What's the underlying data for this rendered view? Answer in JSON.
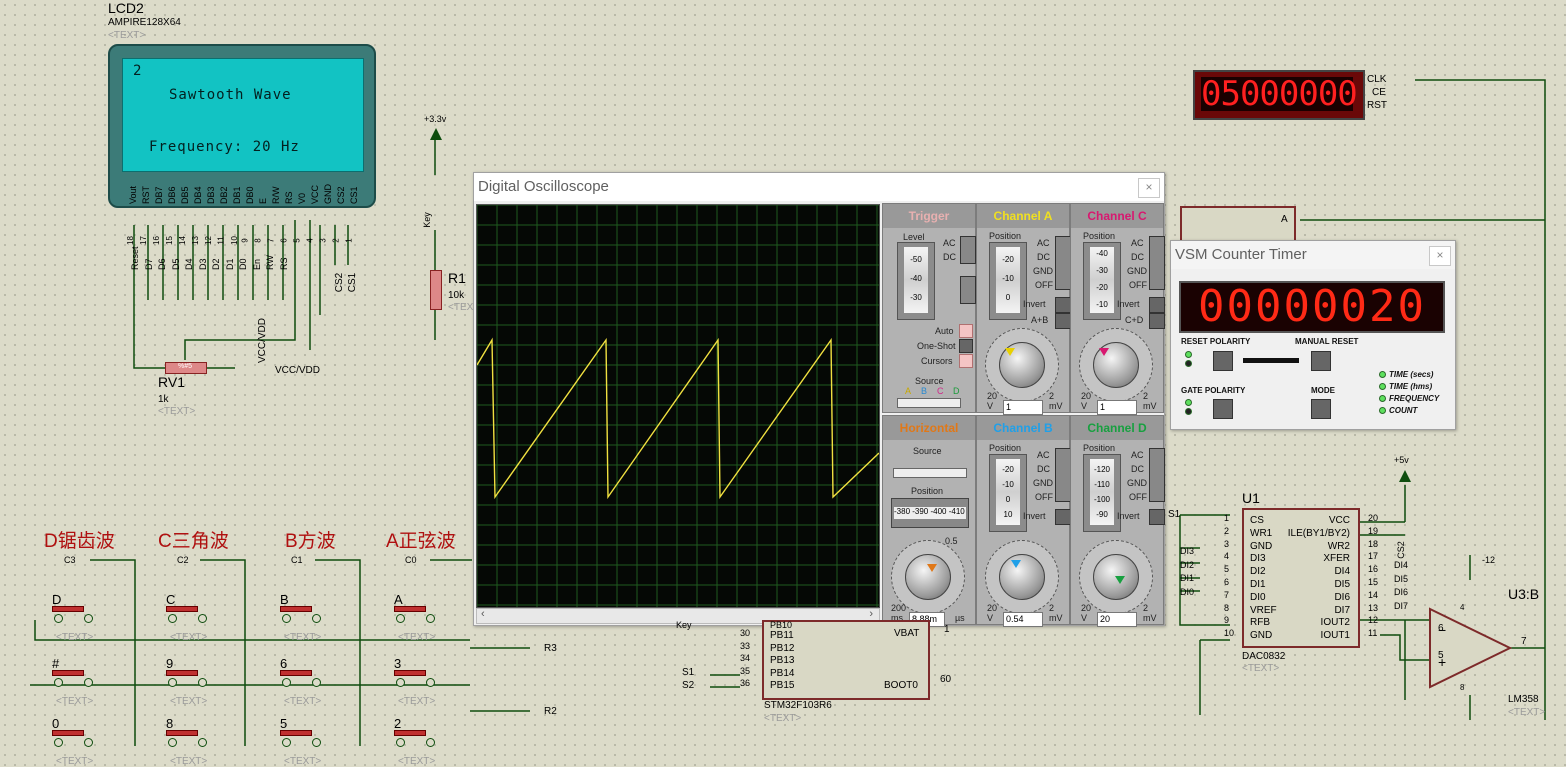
{
  "lcd": {
    "name": "LCD2",
    "model": "AMPIRE128X64",
    "text_tag": "<TEXT>",
    "line1": "2",
    "line2": "Sawtooth Wave",
    "line3": "Frequency: 20 Hz",
    "pins": [
      "Vout",
      "RST",
      "DB7",
      "DB6",
      "DB5",
      "DB4",
      "DB3",
      "DB2",
      "DB1",
      "DB0",
      "E",
      "R/W",
      "RS",
      "V0",
      "VCC",
      "GND",
      "CS2",
      "CS1"
    ],
    "pin_nums": [
      "18",
      "17",
      "16",
      "15",
      "14",
      "13",
      "12",
      "11",
      "10",
      "9",
      "8",
      "7",
      "6",
      "5",
      "4",
      "3",
      "2",
      "1"
    ],
    "net_labels": [
      "Reset",
      "D7",
      "D6",
      "D5",
      "D4",
      "D3",
      "D2",
      "D1",
      "D0",
      "En",
      "RW",
      "RS"
    ],
    "cs_labels": [
      "CS2",
      "CS1"
    ]
  },
  "rv1": {
    "name": "RV1",
    "value": "1k",
    "tag": "<TEXT>",
    "pct": "%#5",
    "vcc_label": "VCC/VDD",
    "vcc_label2": "VCC/VDD"
  },
  "r1": {
    "name": "R1",
    "value": "10k",
    "supply": "+3.3v",
    "key_label": "Key",
    "tag": "<TEX"
  },
  "scope": {
    "title": "Digital Oscilloscope",
    "close": "×",
    "trigger": {
      "title": "Trigger",
      "level": "Level",
      "ticks": [
        "-50",
        "-40",
        "-30"
      ],
      "ac": "AC",
      "dc": "DC",
      "auto": "Auto",
      "oneshot": "One-Shot",
      "cursors": "Cursors",
      "source": "Source",
      "src_letters": [
        "A",
        "B",
        "C",
        "D"
      ]
    },
    "chA": {
      "title": "Channel A",
      "position": "Position",
      "ticks": [
        "-20",
        "-10",
        "0"
      ],
      "modes": [
        "AC",
        "DC",
        "GND",
        "OFF"
      ],
      "invert": "Invert",
      "ab": "A+B",
      "value": "1",
      "v": "V",
      "mv": "mV",
      "dial_lo": "20",
      "dial_hi": "2"
    },
    "chC": {
      "title": "Channel C",
      "position": "Position",
      "ticks": [
        "-40",
        "-30",
        "-20",
        "-10"
      ],
      "modes": [
        "AC",
        "DC",
        "GND",
        "OFF"
      ],
      "invert": "Invert",
      "cd": "C+D",
      "value": "1",
      "v": "V",
      "mv": "mV",
      "dial_lo": "20",
      "dial_hi": "2"
    },
    "horiz": {
      "title": "Horizontal",
      "source": "Source",
      "position": "Position",
      "ticks": "-380 -390 -400 -410",
      "value": "8.88m",
      "ms": "ms",
      "us": "µs",
      "dial_lo": "200",
      "dial_hi": "0.5"
    },
    "chB": {
      "title": "Channel B",
      "position": "Position",
      "ticks": [
        "-20",
        "-10",
        "0",
        "10"
      ],
      "modes": [
        "AC",
        "DC",
        "GND",
        "OFF"
      ],
      "invert": "Invert",
      "value": "0.54",
      "v": "V",
      "mv": "mV",
      "dial_lo": "20",
      "dial_hi": "2"
    },
    "chD": {
      "title": "Channel D",
      "position": "Position",
      "ticks": [
        "-120",
        "-110",
        "-100",
        "-90"
      ],
      "modes": [
        "AC",
        "DC",
        "GND",
        "OFF"
      ],
      "invert": "Invert",
      "value": "20",
      "v": "V",
      "mv": "mV",
      "dial_lo": "20",
      "dial_hi": "2"
    }
  },
  "counter_window": {
    "title": "VSM Counter Timer",
    "close": "×",
    "digits": "00000020",
    "reset_polarity": "RESET POLARITY",
    "manual_reset": "MANUAL RESET",
    "gate_polarity": "GATE POLARITY",
    "mode": "MODE",
    "modes": [
      "TIME (secs)",
      "TIME (hms)",
      "FREQUENCY",
      "COUNT"
    ]
  },
  "clk_display": {
    "digits": "05000000",
    "pins": [
      "CLK",
      "CE",
      "RST"
    ]
  },
  "a_label": "A",
  "keypad": {
    "titles": [
      "D锯齿波",
      "C三角波",
      "B方波",
      "A正弦波"
    ],
    "nets": [
      "C3",
      "C2",
      "C1",
      "C0"
    ],
    "keys_row1": [
      "D",
      "C",
      "B",
      "A"
    ],
    "keys_row2": [
      "#",
      "9",
      "6",
      "3"
    ],
    "keys_row3": [
      "0",
      "8",
      "5",
      "2"
    ],
    "tag": "<TEXT>",
    "r3": "R3",
    "r2": "R2"
  },
  "stm32": {
    "name": "STM32F103R6",
    "tag": "<TEXT>",
    "pins": [
      "PB11",
      "PB12",
      "PB13",
      "PB14",
      "PB15"
    ],
    "nums": [
      "30",
      "33",
      "34",
      "35",
      "36"
    ],
    "vbat": "VBAT",
    "boot0": "BOOT0",
    "vbat_num": "1",
    "boot_num": "60",
    "s1": "S1",
    "s2": "S2",
    "pb10": "PB10",
    "key": "Key"
  },
  "dac": {
    "name": "U1",
    "model": "DAC0832",
    "tag": "<TEXT>",
    "supply": "+5v",
    "s1": "S1",
    "left_pins": [
      "CS",
      "WR1",
      "GND",
      "DI3",
      "DI2",
      "DI1",
      "DI0",
      "VREF",
      "RFB",
      "GND"
    ],
    "left_nums": [
      "1",
      "2",
      "3",
      "4",
      "5",
      "6",
      "7",
      "8",
      "9",
      "10"
    ],
    "right_pins": [
      "VCC",
      "ILE(BY1/BY2)",
      "WR2",
      "XFER",
      "DI4",
      "DI5",
      "DI6",
      "DI7",
      "IOUT2",
      "IOUT1"
    ],
    "right_nums": [
      "20",
      "19",
      "18",
      "17",
      "16",
      "15",
      "14",
      "13",
      "12",
      "11"
    ],
    "di_left": [
      "DI3",
      "DI2",
      "DI1",
      "DI0"
    ],
    "di_right": [
      "DI4",
      "DI5",
      "DI6",
      "DI7"
    ],
    "cs2": "CS2"
  },
  "opamp": {
    "name": "U3:B",
    "model": "LM358",
    "tag": "<TEXT>",
    "neg_supply": "-12",
    "pin6": "6",
    "pin5": "5",
    "pin7": "7",
    "pin4": "4",
    "pin8": "8"
  }
}
